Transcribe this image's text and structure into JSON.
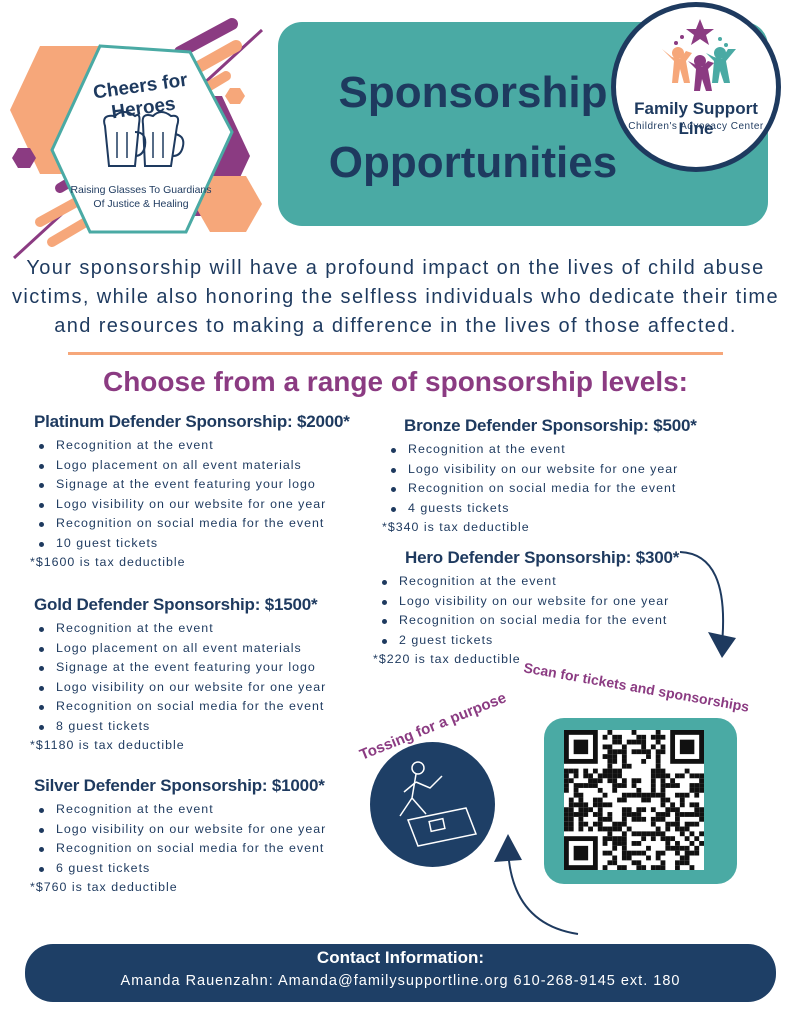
{
  "colors": {
    "navy": "#1e3a5f",
    "teal": "#4aaaa4",
    "purple": "#8b3b82",
    "orange": "#f6a77a"
  },
  "event_logo": {
    "name": "Cheers for Heroes",
    "tagline_1": "Raising Glasses To Guardians",
    "tagline_2": "Of Justice & Healing",
    "icon": "beer-mugs-icon"
  },
  "title": {
    "line1": "Sponsorship",
    "line2": "Opportunities"
  },
  "org_logo": {
    "name": "Family Support Line",
    "subtitle": "Children's Advocacy Center",
    "icon": "people-star-icon"
  },
  "intro": "Your sponsorship will have a profound impact on the lives of child abuse victims, while also honoring the selfless individuals who dedicate their time and resources to making a difference in the lives of those affected.",
  "choose_heading": "Choose from a range of sponsorship levels:",
  "levels": {
    "platinum": {
      "title": "Platinum Defender Sponsorship: $2000*",
      "benefits": [
        "Recognition at the event",
        "Logo placement on all event materials",
        "Signage at the event featuring your logo",
        "Logo visibility on our website for one year",
        "Recognition on social media for the event",
        "10 guest tickets"
      ],
      "tax": "*$1600 is tax deductible"
    },
    "gold": {
      "title": "Gold Defender Sponsorship: $1500*",
      "benefits": [
        "Recognition at the event",
        "Logo placement on all event materials",
        "Signage at the event featuring your logo",
        "Logo visibility on our website for one year",
        "Recognition on social media for the event",
        "8 guest tickets"
      ],
      "tax": "*$1180 is tax deductible"
    },
    "silver": {
      "title": "Silver Defender Sponsorship: $1000*",
      "benefits": [
        "Recognition at the event",
        "Logo visibility on our website for one year",
        "Recognition on social media for the event",
        "6 guest tickets"
      ],
      "tax": "*$760 is tax deductible"
    },
    "bronze": {
      "title": "Bronze Defender Sponsorship: $500*",
      "benefits": [
        "Recognition at the event",
        "Logo visibility on our website for one year",
        "Recognition on social media for the event",
        "4 guests tickets"
      ],
      "tax": "*$340 is tax deductible"
    },
    "hero": {
      "title": "Hero Defender Sponsorship: $300*",
      "benefits": [
        "Recognition at the event",
        "Logo visibility on our website for one year",
        "Recognition on social media for the event",
        "2 guest tickets"
      ],
      "tax": "*$220 is tax deductible"
    }
  },
  "scan_label": "Scan  for tickets and sponsorships",
  "toss_label": "Tossing for a purpose",
  "contact": {
    "title": "Contact Information:",
    "line": "Amanda Rauenzahn: Amanda@familysupportline.org 610-268-9145 ext. 180"
  }
}
